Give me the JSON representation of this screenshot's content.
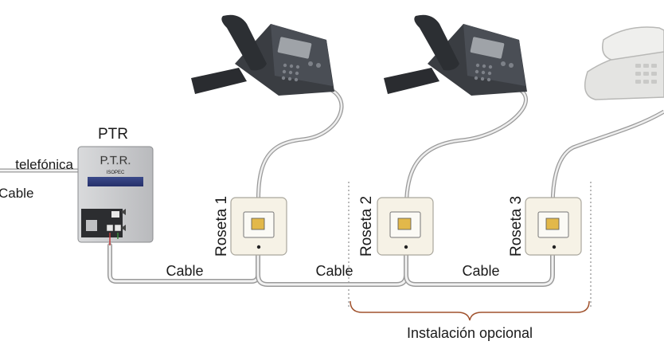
{
  "ptr": {
    "title": "PTR",
    "panel_text": "P.T.R.",
    "panel_sub": "ISOPEC",
    "line_label": "telefónica",
    "cable_label": "Cable"
  },
  "rosettes": [
    {
      "label": "Roseta 1"
    },
    {
      "label": "Roseta 2"
    },
    {
      "label": "Roseta 3"
    }
  ],
  "cables": [
    "Cable",
    "Cable",
    "Cable"
  ],
  "optional_label": "Instalación opcional",
  "colors": {
    "phone_dark": "#3a3d42",
    "phone_light": "#e4e4e2",
    "cable": "#b8b8b8",
    "brace": "#a0522d",
    "dashed": "#777777"
  }
}
